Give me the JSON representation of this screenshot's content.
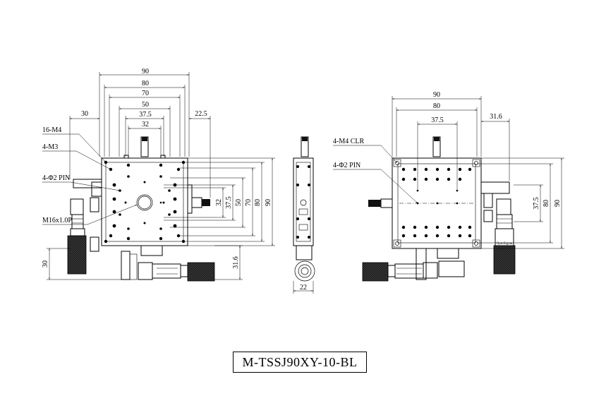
{
  "title": "M-TSSJ90XY-10-BL",
  "front_view": {
    "top_dims": [
      "90",
      "80",
      "70",
      "50",
      "37.5",
      "32"
    ],
    "left_dim": "30",
    "right_dim": "22.5",
    "right_vertical_dims": [
      "32",
      "37.5",
      "50",
      "70",
      "80",
      "90"
    ],
    "callouts": [
      "16-M4",
      "4-M3",
      "4-Φ2 PIN",
      "M16x1.0P"
    ],
    "bottom_left_dim": "30",
    "bottom_right_dim": "31.6"
  },
  "side_view": {
    "bottom_dim": "22"
  },
  "rear_view": {
    "top_dims": [
      "90",
      "80",
      "37.5"
    ],
    "right_dim": "31.6",
    "right_vertical_dims": [
      "37.5",
      "80",
      "90"
    ],
    "callouts": [
      "4-M4 CLR",
      "4-Φ2 PIN"
    ],
    "micrometer_brand": "OptoSigma"
  }
}
